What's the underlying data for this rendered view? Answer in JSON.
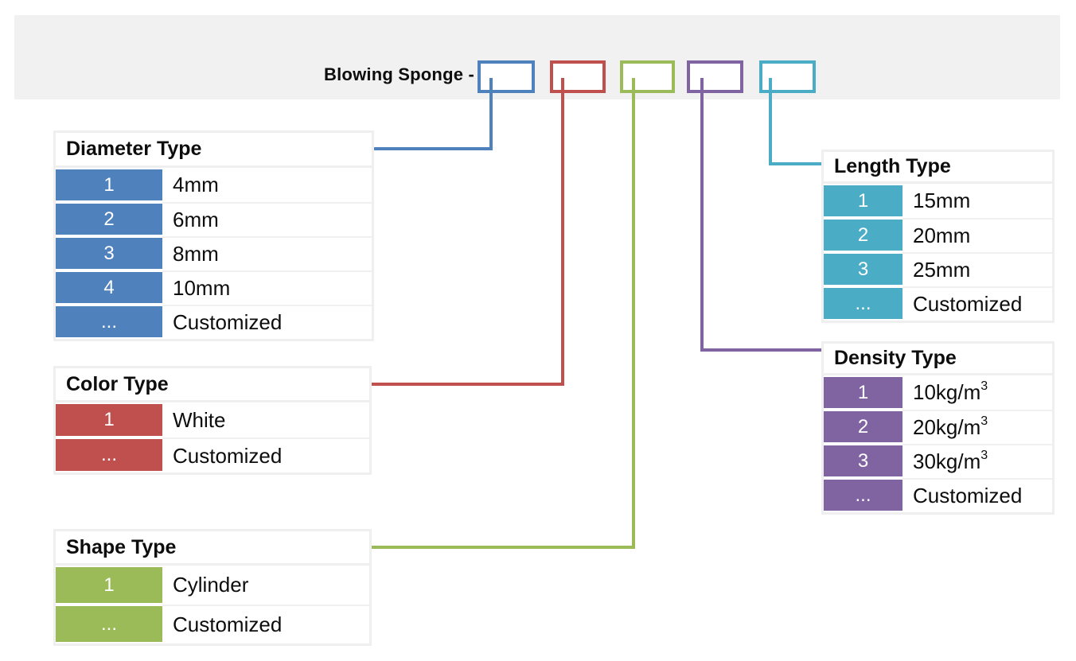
{
  "banner": {
    "title": "Blowing Sponge -",
    "background": "#f1f1f1",
    "code_boxes": [
      {
        "name": "diameter-code-box",
        "color": "#4f81bd"
      },
      {
        "name": "color-code-box",
        "color": "#c0504d"
      },
      {
        "name": "shape-code-box",
        "color": "#9bbb59"
      },
      {
        "name": "density-code-box",
        "color": "#8064a2"
      },
      {
        "name": "length-code-box",
        "color": "#4bacc6"
      }
    ]
  },
  "tables": {
    "diameter": {
      "title": "Diameter Type",
      "accent": "#4f81bd",
      "rows": [
        {
          "code": "1",
          "value": "4mm"
        },
        {
          "code": "2",
          "value": "6mm"
        },
        {
          "code": "3",
          "value": "8mm"
        },
        {
          "code": "4",
          "value": "10mm"
        },
        {
          "code": "...",
          "value": "Customized"
        }
      ]
    },
    "color": {
      "title": "Color Type",
      "accent": "#c0504d",
      "rows": [
        {
          "code": "1",
          "value": "White"
        },
        {
          "code": "...",
          "value": "Customized"
        }
      ]
    },
    "shape": {
      "title": "Shape Type",
      "accent": "#9bbb59",
      "rows": [
        {
          "code": "1",
          "value": "Cylinder"
        },
        {
          "code": "...",
          "value": "Customized"
        }
      ]
    },
    "length": {
      "title": "Length Type",
      "accent": "#4bacc6",
      "rows": [
        {
          "code": "1",
          "value": "15mm"
        },
        {
          "code": "2",
          "value": "20mm"
        },
        {
          "code": "3",
          "value": "25mm"
        },
        {
          "code": "...",
          "value": "Customized"
        }
      ]
    },
    "density": {
      "title": "Density Type",
      "accent": "#8064a2",
      "rows": [
        {
          "code": "1",
          "value": "10kg/m",
          "sup": "3"
        },
        {
          "code": "2",
          "value": "20kg/m",
          "sup": "3"
        },
        {
          "code": "3",
          "value": "30kg/m",
          "sup": "3"
        },
        {
          "code": "...",
          "value": "Customized"
        }
      ]
    }
  }
}
